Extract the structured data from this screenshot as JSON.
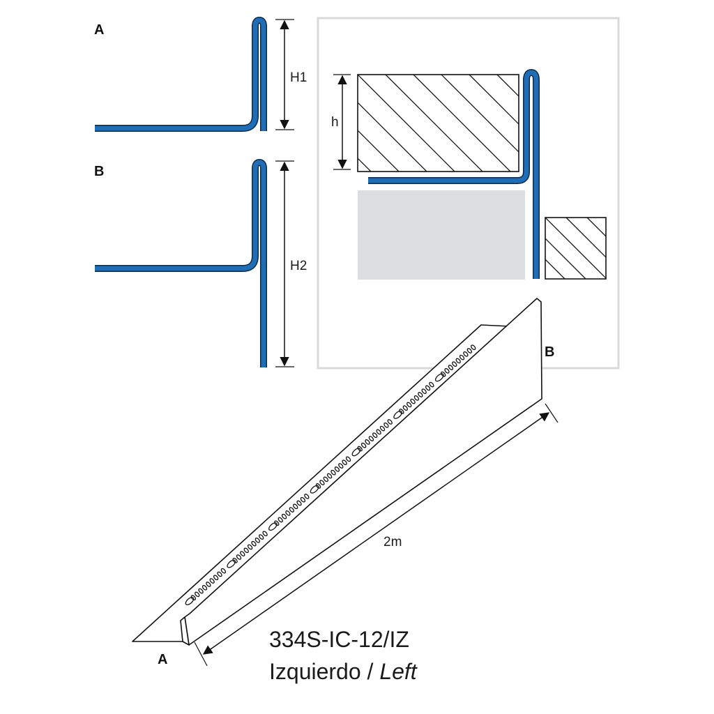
{
  "labels": {
    "profile_a": "A",
    "profile_b": "B",
    "dim_h1": "H1",
    "dim_h2": "H2",
    "dim_h": "h",
    "iso_b": "B",
    "iso_a": "A",
    "length": "2m"
  },
  "product": {
    "code": "334S-IC-12/IZ",
    "side_es": "Izquierdo",
    "separator": " / ",
    "side_en": "Left"
  },
  "colors": {
    "profile_blue": "#1f6db5",
    "profile_outline": "#0d2a4a",
    "frame_gray": "#d9d9d9",
    "fill_gray": "#dcdde0",
    "line_black": "#111111"
  }
}
